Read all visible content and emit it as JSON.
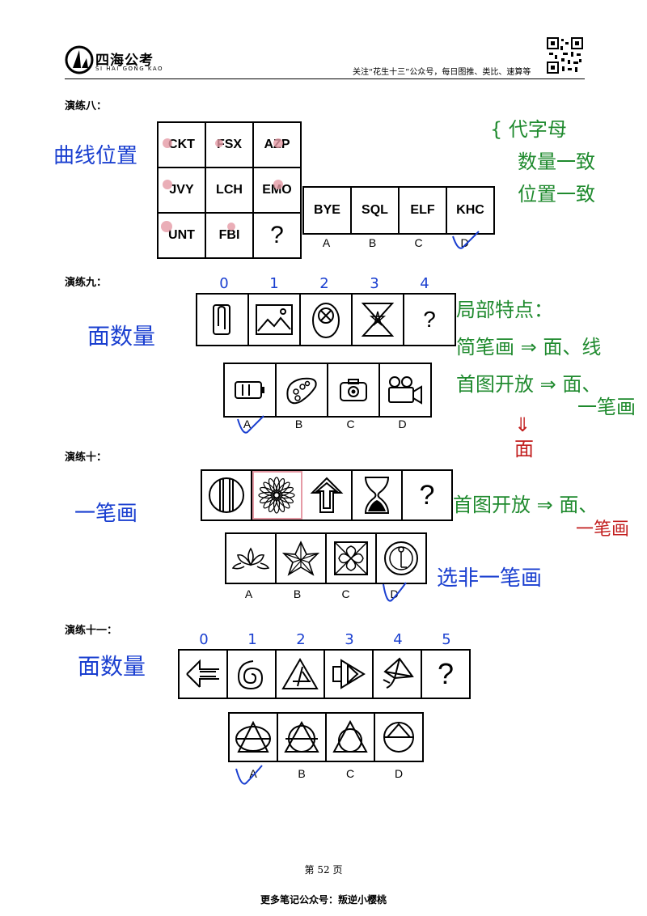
{
  "header": {
    "logo_text": "四海公考",
    "logo_sub": "SI HAI GONG KAO",
    "right_text": "关注“花生十三”公众号，每日图推、类比、速算等"
  },
  "s8": {
    "title": "演练八：",
    "grid": [
      [
        "CKT",
        "FSX",
        "AZP"
      ],
      [
        "JVY",
        "LCH",
        "EMO"
      ],
      [
        "UNT",
        "FBI",
        "?"
      ]
    ],
    "options": [
      "BYE",
      "SQL",
      "ELF",
      "KHC"
    ],
    "labels": [
      "A",
      "B",
      "C",
      "D"
    ],
    "note_left": "曲线位置",
    "note_right": [
      "{ 代字母",
      "数量一致",
      "位置一致"
    ],
    "answer_mark": "D"
  },
  "s9": {
    "title": "演练九：",
    "note_left": "面数量",
    "index_marks": [
      "0",
      "1",
      "2",
      "3",
      "4"
    ],
    "question": "?",
    "labels": [
      "A",
      "B",
      "C",
      "D"
    ],
    "notes": [
      "局部特点：",
      "简笔画 ⇒ 面、线",
      "首图开放 ⇒ 面、",
      "一笔画"
    ],
    "red_note": [
      "⇓",
      "面"
    ]
  },
  "s10": {
    "title": "演练十：",
    "note_left": "一笔画",
    "question": "?",
    "labels": [
      "A",
      "B",
      "C",
      "D"
    ],
    "note_right": [
      "首图开放 ⇒ 面、",
      "一笔画"
    ],
    "note_bottom": "选非一笔画"
  },
  "s11": {
    "title": "演练十一：",
    "note_left": "面数量",
    "index_marks": [
      "0",
      "1",
      "2",
      "3",
      "4",
      "5"
    ],
    "question": "?",
    "labels": [
      "A",
      "B",
      "C",
      "D"
    ]
  },
  "footer": {
    "page": "第  52  页",
    "bottom": "更多笔记公众号：叛逆小樱桃"
  },
  "colors": {
    "blue": "#1a3fd0",
    "green": "#1f8a2e",
    "red": "#c21e1e",
    "pink": "#e59aa5"
  }
}
